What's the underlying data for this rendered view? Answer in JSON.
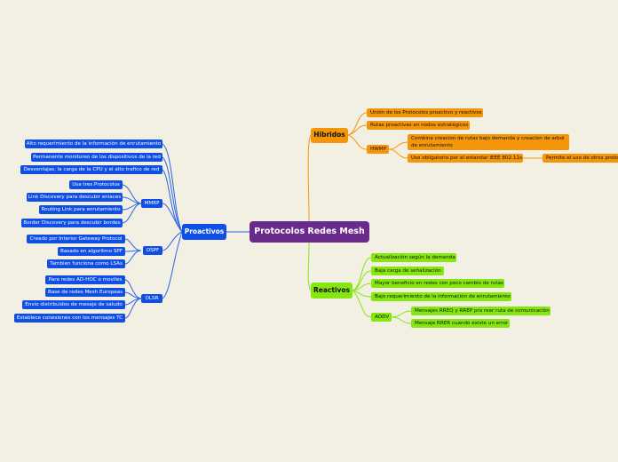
{
  "root": "Protocolos Redes Mesh",
  "proactivos": {
    "label": "Proactivos",
    "items": [
      "Alto requerimiento de la información de enrutamiento",
      "Permanente monitoreo de los dispositivos de la red",
      "Desventajas, la  carga de la CPU y el alto trafico de red"
    ],
    "mmrp": {
      "label": "MMRP",
      "items": [
        "Usa tres Protocolos",
        "Link Discovery para descubir enlaces",
        "Routing Link para enrutamiento",
        "Border Discovery para descubir bordes"
      ]
    },
    "ospf": {
      "label": "OSPF",
      "items": [
        "Creado por Interior Gateway Protocol",
        "Basado en algoritmo SPF",
        "Tambien funciona como LSAs"
      ]
    },
    "olsr": {
      "label": "OLSR",
      "items": [
        "Para redes AD-HOC o moviles",
        "Base de redes Mesh Europeas",
        "Envio distribuidos de mesaje de saludo",
        "Establece conexiones con los mensajes TC"
      ]
    }
  },
  "hibridos": {
    "label": "Hibridos",
    "items": [
      "Unión de los Protocolos proactivo y reactivos",
      "Rutas proactivas en nodos estratégicos"
    ],
    "hwmp": {
      "label": "HWMP",
      "items": [
        "Combina creacion de rutas bajo demanda y creacion de arbol de enrutamiento",
        "Uso obligatorio por el estandar IEEE 802.11s"
      ],
      "sub": "Permite el uso de otros proto"
    }
  },
  "reactivos": {
    "label": "Reactivos",
    "items": [
      "Actualización según la demanda",
      "Baja carga de señalización",
      "Mayor beneficio en redes con poco cambio de rutas",
      "Bajo requerimiento de la información de enrutamiento"
    ],
    "aodv": {
      "label": "AODV",
      "items": [
        "Mensajes RREQ y RREP pra rear ruta de comunicación",
        "Mensaje RRER cuando existe un error"
      ]
    }
  }
}
